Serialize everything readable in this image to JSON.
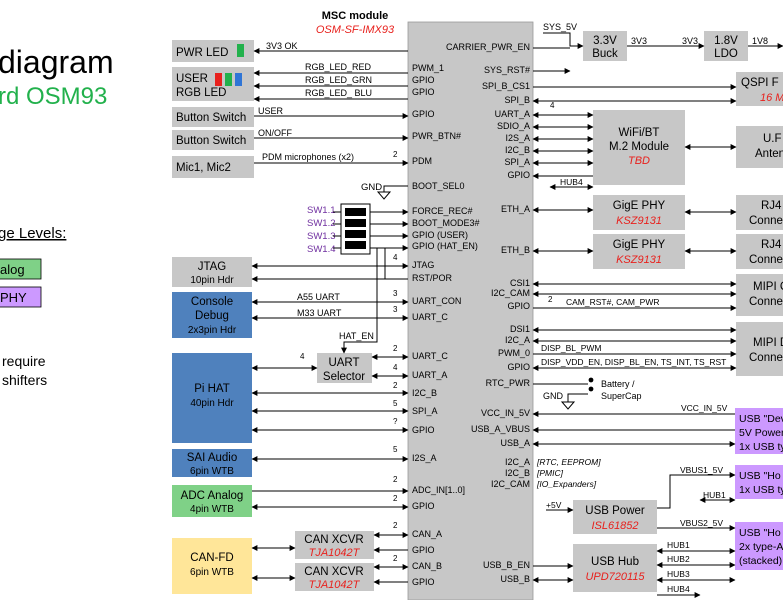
{
  "page": {
    "title": "diagram",
    "subtitle": "rd OSM93",
    "voltage_heading": "ge Levels:",
    "legend": {
      "analog": "alog",
      "phy": "PHY"
    },
    "note_line1": "require",
    "note_line2": "shifters"
  },
  "colors": {
    "gray": "#c7c7c7",
    "blue": "#4f81bd",
    "lightblue": "#bdd7ee",
    "green": "#7fd187",
    "purple": "#cc99ff",
    "yellow": "#ffe699",
    "red_text": "#e8211d",
    "green_text": "#22b14c",
    "switch_label": "#7030a0"
  },
  "msc": {
    "title": "MSC module",
    "part": "OSM-SF-IMX93",
    "left_pins": [
      "PWM_1",
      "GPIO",
      "GPIO",
      "GPIO",
      "PWR_BTN#",
      "PDM",
      "BOOT_SEL0",
      "FORCE_REC#",
      "BOOT_MODE3#",
      "GPIO (USER)",
      "GPIO (HAT_EN)",
      "JTAG",
      "RST/POR",
      "UART_CON",
      "UART_C",
      "UART_C",
      "UART_A",
      "I2C_B",
      "SPI_A",
      "GPIO",
      "I2S_A",
      "ADC_IN[1..0]",
      "GPIO",
      "CAN_A",
      "GPIO",
      "CAN_B",
      "GPIO"
    ],
    "right_pins": [
      "CARRIER_PWR_EN",
      "SYS_RST#",
      "SPI_B_CS1",
      "SPI_B",
      "UART_A",
      "SDIO_A",
      "I2S_A",
      "I2C_B",
      "SPI_A",
      "GPIO",
      "ETH_A",
      "ETH_B",
      "CSI1",
      "I2C_CAM",
      "GPIO",
      "DSI1",
      "I2C_A",
      "PWM_0",
      "GPIO",
      "RTC_PWR",
      "VCC_IN_5V",
      "USB_A_VBUS",
      "USB_A",
      "I2C_A",
      "I2C_B",
      "I2C_CAM",
      "USB_B_EN",
      "USB_B"
    ]
  },
  "left_blocks": {
    "pwr_led": "PWR LED",
    "user_rgb_1": "USER",
    "user_rgb_2": "RGB LED",
    "button1": "Button Switch",
    "button2": "Button Switch",
    "mic": "Mic1, Mic2",
    "jtag_1": "JTAG",
    "jtag_2": "10pin Hdr",
    "console_1": "Console",
    "console_2": "Debug",
    "console_3": "2x3pin Hdr",
    "pihat_1": "Pi HAT",
    "pihat_2": "40pin Hdr",
    "sai_1": "SAI Audio",
    "sai_2": "6pin WTB",
    "adc_1": "ADC Analog",
    "adc_2": "4pin WTB",
    "canfd_1": "CAN-FD",
    "canfd_2": "6pin WTB",
    "uart_sel_1": "UART",
    "uart_sel_2": "Selector",
    "can_xcvr": "CAN XCVR",
    "can_part": "TJA1042T",
    "sw": [
      "SW1.1",
      "SW1.2",
      "SW1.3",
      "SW1.4"
    ],
    "gnd": "GND"
  },
  "left_signals": {
    "v3v3_ok": "3V3 OK",
    "rgb_red": "RGB_LED_RED",
    "rgb_grn": "RGB_LED_GRN",
    "rgb_blu": "RGB_LED_ BLU",
    "user": "USER",
    "onoff": "ON/OFF",
    "pdm": "PDM microphones (x2)",
    "a55": "A55 UART",
    "m33": "M33 UART",
    "hat_en": "HAT_EN",
    "n2": "2",
    "n4": "4",
    "n3": "3",
    "n5": "5",
    "nq": "?"
  },
  "right_blocks": {
    "sys5v": "SYS_5V",
    "buck_1": "3.3V",
    "buck_2": "Buck",
    "v3v3": "3V3",
    "ldo_1": "1.8V",
    "ldo_2": "LDO",
    "v1v8": "1V8",
    "qspi_1": "QSPI F",
    "qspi_2": "16 M",
    "wifi_1": "WiFi/BT",
    "wifi_2": "M.2 Module",
    "wifi_3": "TBD",
    "ufl_1": "U.F",
    "ufl_2": "Anten",
    "hub4": "HUB4",
    "gige": "GigE PHY",
    "gige_part": "KSZ9131",
    "rj45_1": "RJ4",
    "rj45_2": "Conne",
    "mipi_c1": "MIPI C",
    "mipi_c2": "Conne",
    "mipi_d1": "MIPI D",
    "mipi_d2": "Conne",
    "battery_1": "Battery /",
    "battery_2": "SuperCap",
    "gnd": "GND",
    "usb_dev_1": "USB \"Dev",
    "usb_dev_2": "5V Power",
    "usb_dev_3": "1x USB ty",
    "usb_host1_1": "USB \"Ho",
    "usb_host1_2": "1x USB ty",
    "usb_host2_1": "USB \"Ho",
    "usb_host2_2": "2x type-A",
    "usb_host2_3": "(stacked)",
    "usbpwr_1": "USB Power",
    "usbpwr_2": "ISL61852",
    "usbhub_1": "USB Hub",
    "usbhub_2": "UPD720115"
  },
  "right_signals": {
    "cam_rst": "CAM_RST#, CAM_PWR",
    "disp_bl": "DISP_BL_PWM",
    "disp_vdd": "DISP_VDD_EN, DISP_BL_EN, TS_INT, TS_RST",
    "vcc_in": "VCC_IN_5V",
    "vbus1": "VBUS1_5V",
    "vbus2": "VBUS2_5V",
    "hub1": "HUB1",
    "hub2": "HUB2",
    "hub3": "HUB3",
    "hub4": "HUB4",
    "p5v": "+5V",
    "rtc": "[RTC, EEPROM]",
    "pmic": "[PMIC]",
    "io": "[IO_Expanders]",
    "n4": "4",
    "n2": "2"
  }
}
